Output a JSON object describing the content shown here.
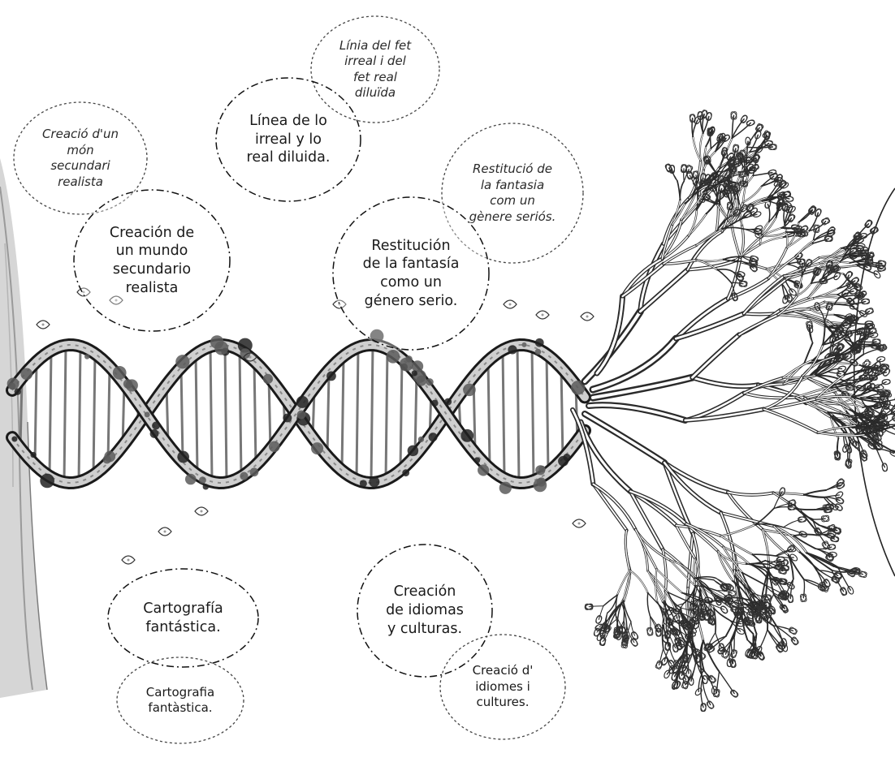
{
  "bubbles": {
    "ca_world": "Creació d'un\nmón\nsecundari\nrealista",
    "es_world": "Creación de\nun mundo\nsecundario\nrealista",
    "ca_line": "Línia del fet\nirreal i del\nfet real\ndiluïda",
    "es_line": "Línea de lo\nirreal y lo\nreal diluida.",
    "ca_fantasy": "Restitució de\nla fantasia\ncom un\ngènere seriós.",
    "es_fantasy": "Restitución\nde la fantasía\ncomo un\ngénero serio.",
    "es_carto": "Cartografía\nfantástica.",
    "ca_carto": "Cartografia\nfantàstica.",
    "es_lang": "Creación\nde idiomas\ny culturas.",
    "ca_lang": "Creació d'\nidiomes i\ncultures."
  },
  "colors": {
    "ink": "#1a1a1a",
    "leaf": "#5a5a5a",
    "leaf_light": "#9a9a9a"
  }
}
